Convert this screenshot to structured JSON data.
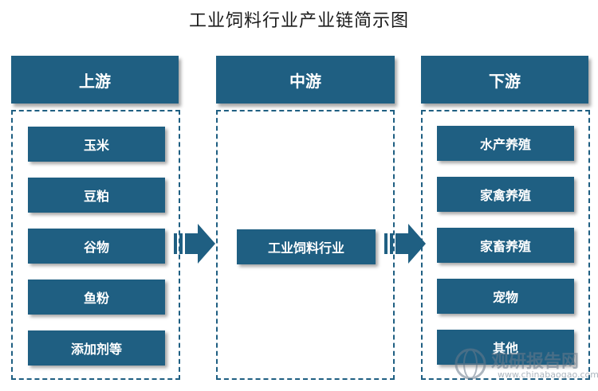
{
  "title": "工业饲料行业产业链简示图",
  "columns": {
    "upstream": {
      "header": "上游",
      "items": [
        "玉米",
        "豆粕",
        "谷物",
        "鱼粉",
        "添加剂等"
      ]
    },
    "midstream": {
      "header": "中游",
      "items": [
        "工业饲料行业"
      ]
    },
    "downstream": {
      "header": "下游",
      "items": [
        "水产养殖",
        "家禽养殖",
        "家畜养殖",
        "宠物",
        "其他"
      ]
    }
  },
  "colors": {
    "box_fill": "#1f5f82",
    "dash_border": "#1f5f82",
    "text_light": "#ffffff"
  },
  "watermark": {
    "text": "观研报告网",
    "url_text": "www.chinabaogao.com"
  }
}
